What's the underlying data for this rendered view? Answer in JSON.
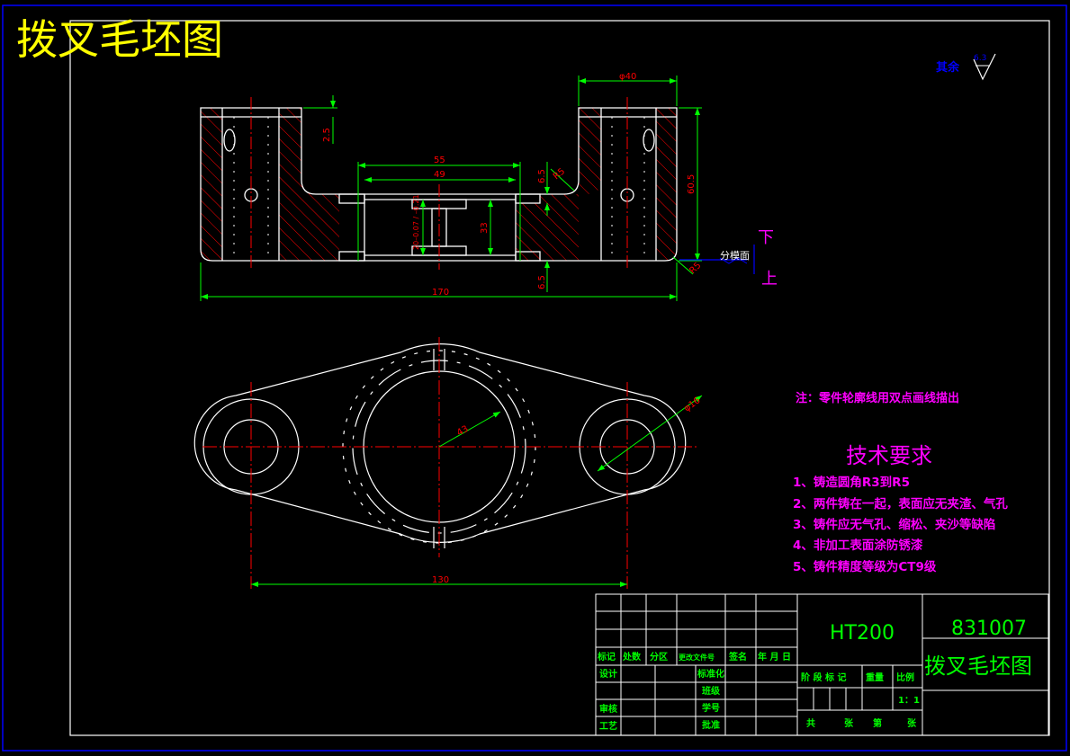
{
  "drawing": {
    "title_big": "拨叉毛坯图",
    "roughness_label": "其余",
    "roughness_value": "6.3",
    "parting_label": "分模面",
    "down_label": "下",
    "up_label": "上",
    "note": "注：零件轮廓线用双点画线描出"
  },
  "dimensions": {
    "d_phi40": "φ40",
    "d_2_5": "2.5",
    "d_55": "55",
    "d_49": "49",
    "d_R5_top": "R5",
    "d_6_5_top": "6.5",
    "d_60_5": "60.5",
    "d_tol": "20–0.07 / –0.21",
    "d_33": "33",
    "d_6_5_bot": "6.5",
    "d_170": "170",
    "d_R5_bot": "R5",
    "d_phi16": "φ16",
    "d_43": "43",
    "d_130": "130"
  },
  "tech": {
    "heading": "技术要求",
    "items": [
      "1、铸造圆角R3到R5",
      "2、两件铸在一起，表面应无夹渣、气孔",
      "3、铸件应无气孔、缩松、夹沙等缺陷",
      "4、非加工表面涂防锈漆",
      "5、铸件精度等级为CT9级"
    ]
  },
  "titleblock": {
    "material": "HT200",
    "drawing_no": "831007",
    "name": "拨叉毛坯图",
    "rev_headers": [
      "标记",
      "处数",
      "分区",
      "更改文件号",
      "签名",
      "年 月 日"
    ],
    "left_rows": [
      "设计",
      "审核",
      "工艺"
    ],
    "mid_labels": [
      "标准化",
      "班级",
      "学号",
      "批准"
    ],
    "stage_headers": [
      "阶 段 标 记",
      "重量",
      "比例"
    ],
    "scale": "1：1",
    "sheet_row": [
      "共",
      "张",
      "第",
      "张"
    ]
  },
  "colors": {
    "border": "#0000ff",
    "frame": "#ffffff",
    "title": "#ffff00",
    "dim": "#00ff00",
    "center": "#ff0000",
    "hatch": "#ff0000",
    "annotation": "#ff00ff",
    "roughness": "#0000ff"
  }
}
